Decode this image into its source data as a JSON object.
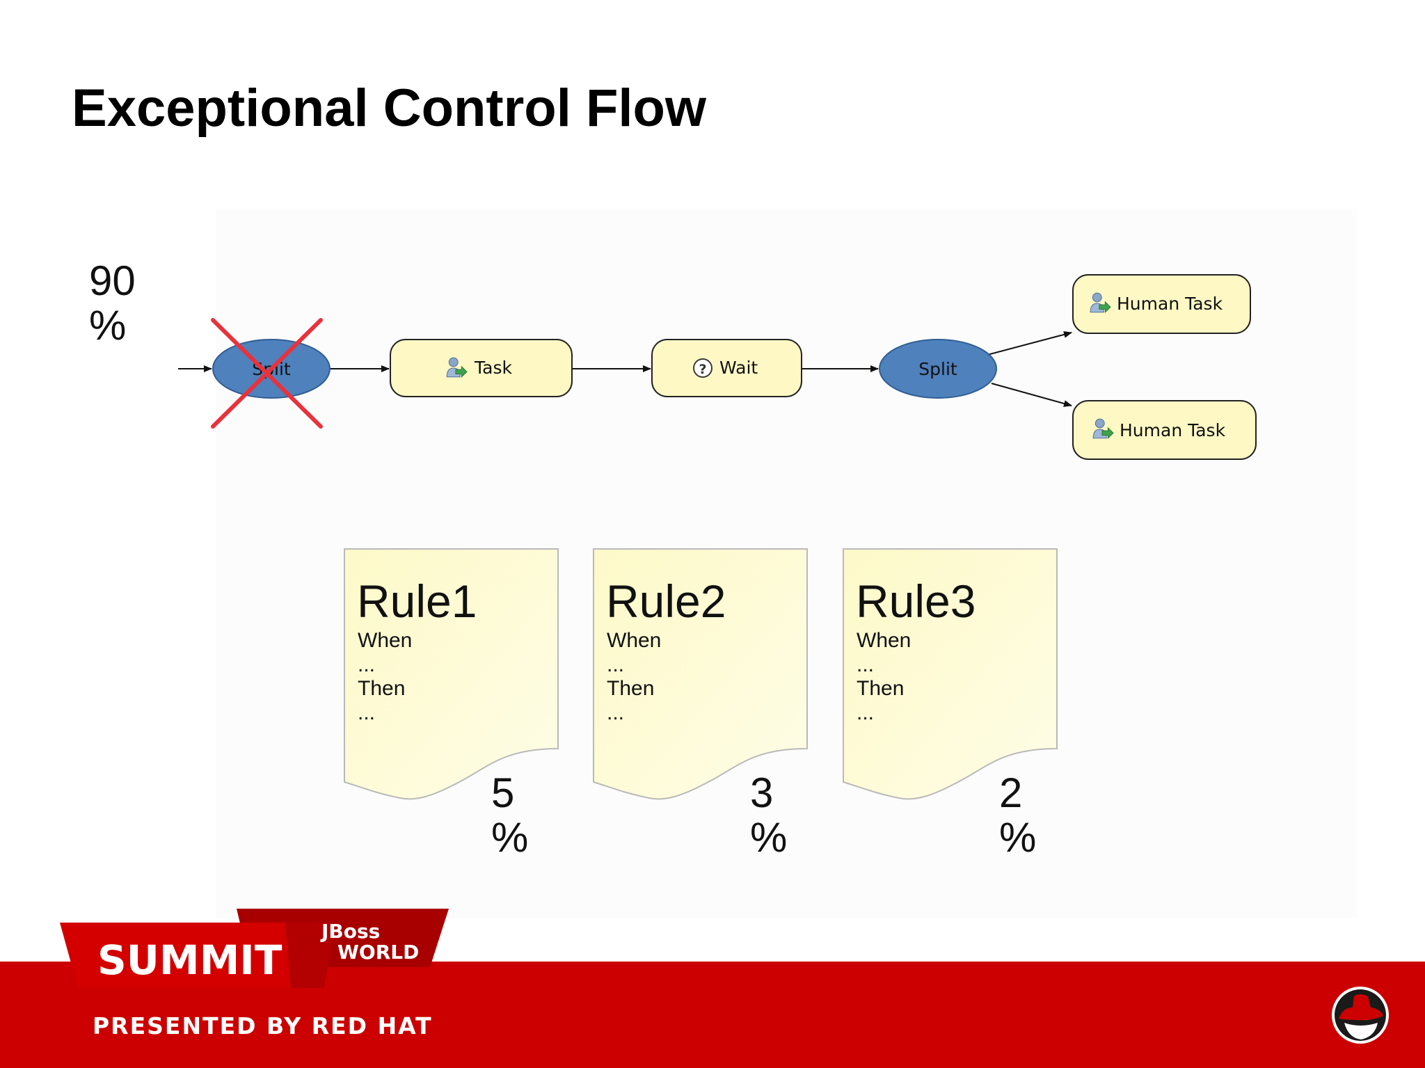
{
  "slide": {
    "title": "Exceptional Control Flow",
    "main_percent": {
      "value": "90",
      "unit": "%"
    }
  },
  "flow": {
    "nodes": [
      {
        "id": "split-1",
        "shape": "ellipse",
        "label": "Split",
        "crossed_out": true
      },
      {
        "id": "task",
        "shape": "rounded-rect",
        "label": "Task",
        "icon": "human-task-icon"
      },
      {
        "id": "wait",
        "shape": "rounded-rect",
        "label": "Wait",
        "icon": "question-icon"
      },
      {
        "id": "split-2",
        "shape": "ellipse",
        "label": "Split",
        "crossed_out": false
      },
      {
        "id": "human-task-top",
        "shape": "rounded-rect",
        "label": "Human Task",
        "icon": "human-task-icon"
      },
      {
        "id": "human-task-bottom",
        "shape": "rounded-rect",
        "label": "Human Task",
        "icon": "human-task-icon"
      }
    ],
    "colors": {
      "split_fill": "#4f81bd",
      "task_fill": "#fdf8c4",
      "cross": "#e8323c"
    }
  },
  "rules": [
    {
      "title": "Rule1",
      "line1": "When",
      "line2": "...",
      "line3": "Then",
      "line4": "...",
      "percent": "5",
      "unit": "%"
    },
    {
      "title": "Rule2",
      "line1": "When",
      "line2": "...",
      "line3": "Then",
      "line4": "...",
      "percent": "3",
      "unit": "%"
    },
    {
      "title": "Rule3",
      "line1": "When",
      "line2": "...",
      "line3": "Then",
      "line4": "...",
      "percent": "2",
      "unit": "%"
    }
  ],
  "footer": {
    "logo_main": "SUMMIT",
    "logo_sub1": "JBoss",
    "logo_sub2": "WORLD",
    "presented_by": "PRESENTED BY RED HAT",
    "bar_color": "#cc0000"
  }
}
